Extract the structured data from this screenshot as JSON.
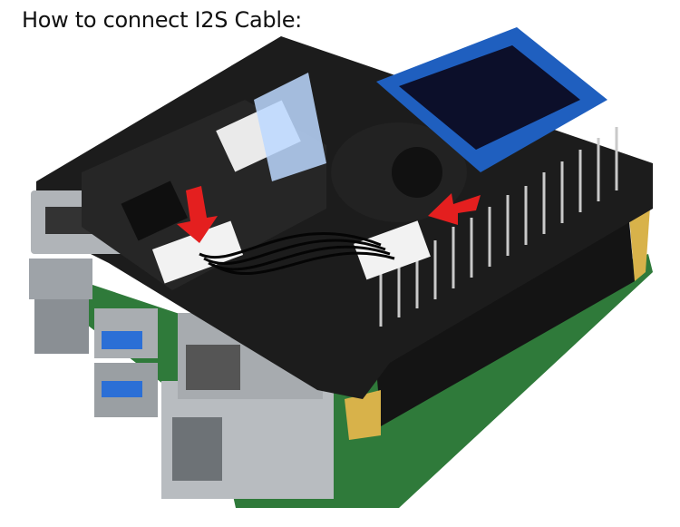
{
  "title": "How to connect I2S Cable:",
  "colors": {
    "pcb_green": "#2f7a3a",
    "board_black": "#1c1c1c",
    "arrow_red": "#e41f1f",
    "oled_blue": "#1f5fbf",
    "metal": "#b8bcc0",
    "gold": "#d8b24a"
  },
  "icons": [
    "red-arrow-down",
    "red-arrow-left"
  ]
}
